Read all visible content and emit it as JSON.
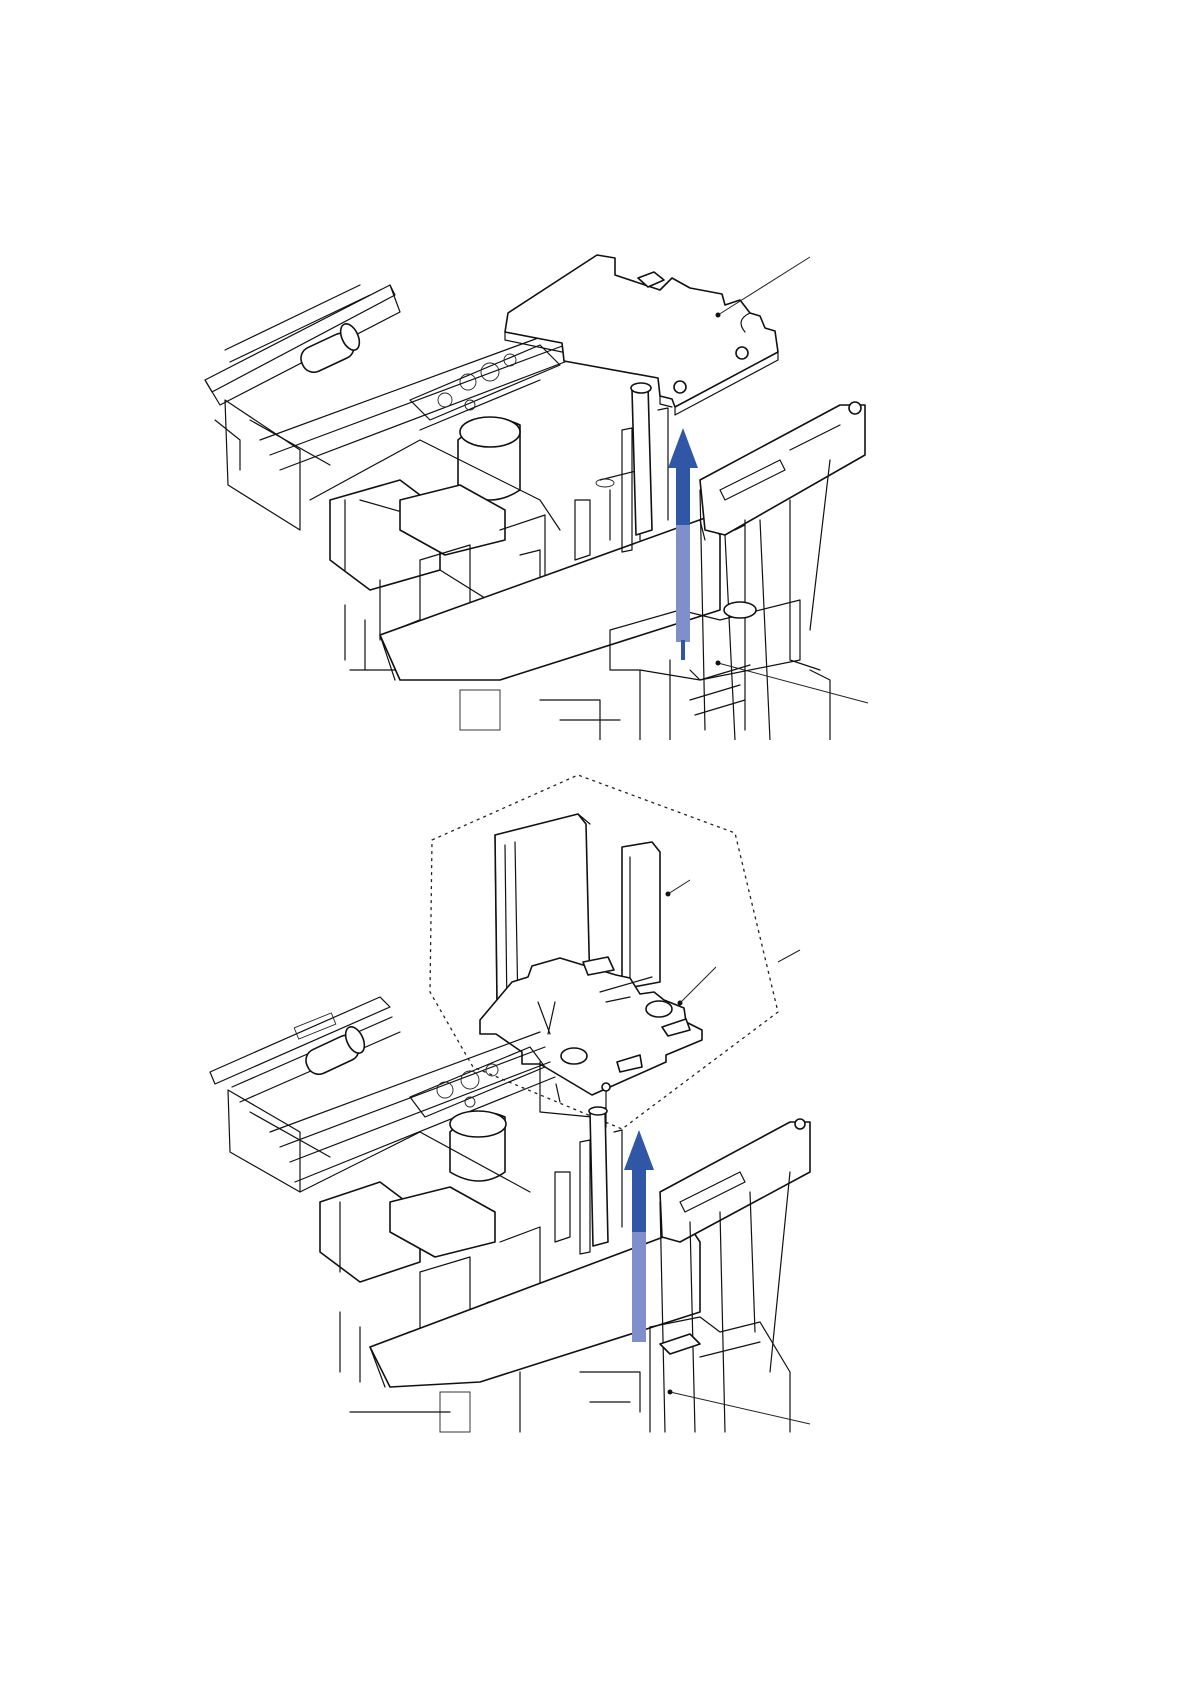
{
  "figures": [
    {
      "id": "top",
      "callouts": 2
    },
    {
      "id": "bottom",
      "callouts": 3
    }
  ],
  "colors": {
    "arrow_dark": "#2f57a6",
    "arrow_light": "#7f8fcb",
    "line": "#111111",
    "background": "#ffffff"
  },
  "icons": {
    "removal_arrow": "up-arrow-icon"
  }
}
